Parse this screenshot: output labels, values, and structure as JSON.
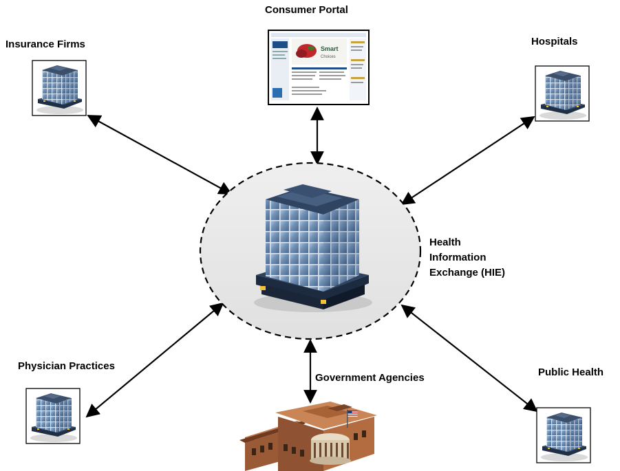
{
  "nodes": {
    "consumer_portal": "Consumer  Portal",
    "insurance_firms": "Insurance Firms",
    "hospitals": "Hospitals",
    "hie_line1": "Health",
    "hie_line2": "Information",
    "hie_line3": "Exchange (HIE)",
    "physician_practices": "Physician Practices",
    "government_agencies": "Government Agencies",
    "public_health": "Public Health"
  },
  "portal_screen": {
    "headline": "Smart",
    "subline": "Choices"
  },
  "colors": {
    "hub_fill": "#e8e8e8",
    "building_glass": "#6f8fb4",
    "government_brick": "#9a5a35"
  },
  "icons": [
    "office-building-icon",
    "web-page-icon",
    "government-building-icon",
    "flag-icon"
  ]
}
